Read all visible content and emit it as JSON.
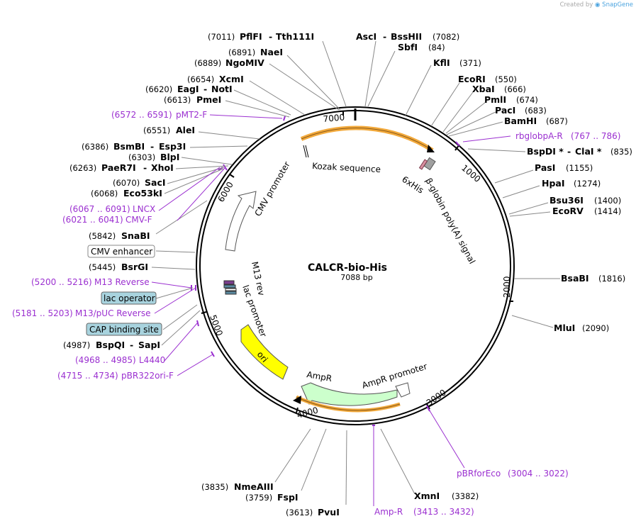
{
  "watermark": {
    "prefix": "Created by",
    "brand": "SnapGene"
  },
  "plasmid": {
    "name": "CALCR-bio-His",
    "size": "7088 bp"
  },
  "ticks": [
    {
      "label": "1000"
    },
    {
      "label": "2000"
    },
    {
      "label": "3000"
    },
    {
      "label": "4000"
    },
    {
      "label": "5000"
    },
    {
      "label": "6000"
    },
    {
      "label": "7000"
    }
  ],
  "sites": [
    {
      "id": "pflfi",
      "name": "PflFI",
      "name2": "Tth111I",
      "pos": "(7011)"
    },
    {
      "id": "asci",
      "name": "AscI",
      "name2": "BssHII",
      "pos": "(7082)"
    },
    {
      "id": "sbfi",
      "name": "SbfI",
      "pos": "(84)"
    },
    {
      "id": "nael",
      "name": "NaeI",
      "pos": "(6891)"
    },
    {
      "id": "ngomiv",
      "name": "NgoMIV",
      "pos": "(6889)"
    },
    {
      "id": "kfli",
      "name": "KflI",
      "pos": "(371)"
    },
    {
      "id": "xcmi",
      "name": "XcmI",
      "pos": "(6654)"
    },
    {
      "id": "ecori",
      "name": "EcoRI",
      "pos": "(550)"
    },
    {
      "id": "eagi",
      "name": "EagI",
      "name2": "NotI",
      "pos": "(6620)"
    },
    {
      "id": "xbai",
      "name": "XbaI",
      "pos": "(666)"
    },
    {
      "id": "pmei",
      "name": "PmeI",
      "pos": "(6613)"
    },
    {
      "id": "pmli",
      "name": "PmlI",
      "pos": "(674)"
    },
    {
      "id": "paci",
      "name": "PacI",
      "pos": "(683)"
    },
    {
      "id": "bamhi",
      "name": "BamHI",
      "pos": "(687)"
    },
    {
      "id": "alei",
      "name": "AleI",
      "pos": "(6551)"
    },
    {
      "id": "bsmbi",
      "name": "BsmBI",
      "name2": "Esp3I",
      "pos": "(6386)"
    },
    {
      "id": "bspdi",
      "name": "BspDI *",
      "name2": "ClaI *",
      "pos": "(835)"
    },
    {
      "id": "blpi",
      "name": "BlpI",
      "pos": "(6303)"
    },
    {
      "id": "paer7i",
      "name": "PaeR7I",
      "name2": "XhoI",
      "pos": "(6263)"
    },
    {
      "id": "pasi",
      "name": "PasI",
      "pos": "(1155)"
    },
    {
      "id": "saci",
      "name": "SacI",
      "pos": "(6070)"
    },
    {
      "id": "hpai",
      "name": "HpaI",
      "pos": "(1274)"
    },
    {
      "id": "eco53ki",
      "name": "Eco53kI",
      "pos": "(6068)"
    },
    {
      "id": "bsu36i",
      "name": "Bsu36I",
      "pos": "(1400)"
    },
    {
      "id": "ecorv",
      "name": "EcoRV",
      "pos": "(1414)"
    },
    {
      "id": "snabi",
      "name": "SnaBI",
      "pos": "(5842)"
    },
    {
      "id": "bsrgi",
      "name": "BsrGI",
      "pos": "(5445)"
    },
    {
      "id": "bsabi",
      "name": "BsaBI",
      "pos": "(1816)"
    },
    {
      "id": "mlui",
      "name": "MluI",
      "pos": "(2090)"
    },
    {
      "id": "bspqi",
      "name": "BspQI",
      "name2": "SapI",
      "pos": "(4987)"
    },
    {
      "id": "nmeaiii",
      "name": "NmeAIII",
      "pos": "(3835)"
    },
    {
      "id": "fspi",
      "name": "FspI",
      "pos": "(3759)"
    },
    {
      "id": "pvui",
      "name": "PvuI",
      "pos": "(3613)"
    },
    {
      "id": "xmni",
      "name": "XmnI",
      "pos": "(3382)"
    }
  ],
  "primers": [
    {
      "id": "pmt2f",
      "name": "pMT2-F",
      "range": "(6572 .. 6591)"
    },
    {
      "id": "rbglob",
      "name": "rbglobpA-R",
      "range": "(767 .. 786)"
    },
    {
      "id": "lncx",
      "name": "LNCX",
      "range": "(6067 .. 6091)"
    },
    {
      "id": "cmvf",
      "name": "CMV-F",
      "range": "(6021 .. 6041)"
    },
    {
      "id": "m13rev",
      "name": "M13 Reverse",
      "range": "(5200 .. 5216)"
    },
    {
      "id": "m13puc",
      "name": "M13/pUC Reverse",
      "range": "(5181 .. 5203)"
    },
    {
      "id": "l4440",
      "name": "L4440",
      "range": "(4968 .. 4985)"
    },
    {
      "id": "pbr322",
      "name": "pBR322ori-F",
      "range": "(4715 .. 4734)"
    },
    {
      "id": "pbrfor",
      "name": "pBRforEco",
      "range": "(3004 .. 3022)"
    },
    {
      "id": "ampr_p",
      "name": "Amp-R",
      "range": "(3413 .. 3432)"
    }
  ],
  "boxed_features": [
    {
      "id": "cmvenh",
      "name": "CMV enhancer",
      "fill": "#ffffff"
    },
    {
      "id": "lacop",
      "name": "lac operator",
      "fill": "#a8d3de"
    },
    {
      "id": "cap",
      "name": "CAP binding site",
      "fill": "#a8d3de"
    }
  ],
  "features": [
    {
      "id": "kozak",
      "name": "Kozak sequence"
    },
    {
      "id": "sixhis",
      "name": "6xHis"
    },
    {
      "id": "bglobin",
      "name": "β-globin poly(A) signal"
    },
    {
      "id": "cmvprom",
      "name": "CMV promoter"
    },
    {
      "id": "m13rev",
      "name": "M13 rev"
    },
    {
      "id": "lacprom",
      "name": "lac promoter"
    },
    {
      "id": "ori",
      "name": "ori"
    },
    {
      "id": "ampr",
      "name": "AmpR"
    },
    {
      "id": "amprprom",
      "name": "AmpR promoter"
    }
  ],
  "colors": {
    "primer": "#9b30d0",
    "orf": "#f2a93b",
    "ori_fill": "#ffff00",
    "ampr_fill": "#ccffcc",
    "lac_box": "#a8d3de"
  }
}
